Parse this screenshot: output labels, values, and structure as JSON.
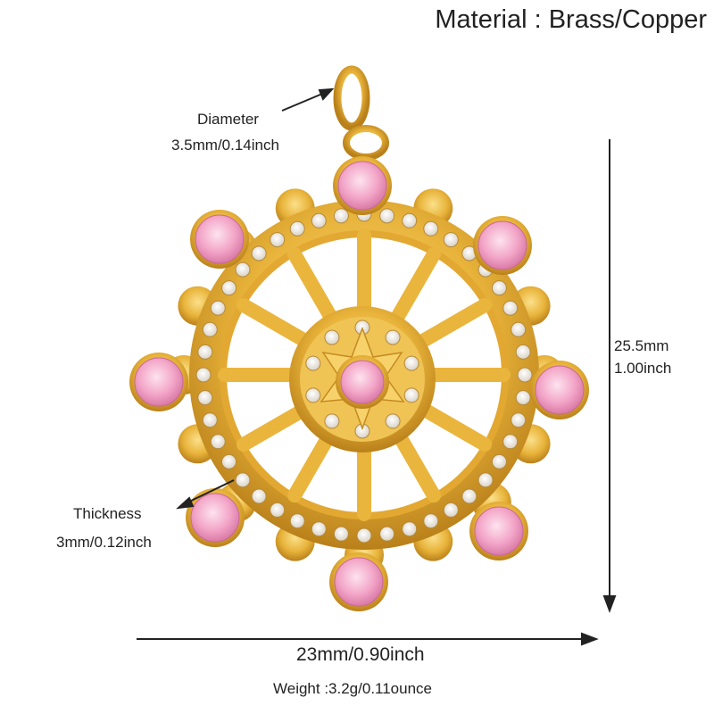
{
  "material": "Material : Brass/Copper",
  "diameter": {
    "label": "Diameter",
    "value": "3.5mm/0.14inch"
  },
  "height": {
    "mm": "25.5mm",
    "inch": "1.00inch"
  },
  "thickness": {
    "label": "Thickness",
    "value": "3mm/0.12inch"
  },
  "width": "23mm/0.90inch",
  "weight": "Weight :3.2g/0.11ounce",
  "colors": {
    "gold": "#e8b33a",
    "gold_dark": "#b9801a",
    "pink_stone": "#f3a6c8",
    "clear_stone": "#f4f0ea"
  }
}
